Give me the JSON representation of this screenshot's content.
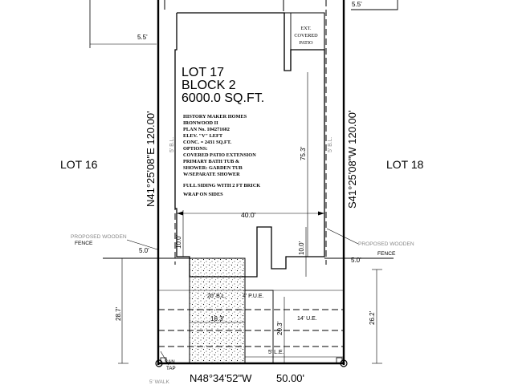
{
  "lot": {
    "title": "LOT 17",
    "block": "BLOCK 2",
    "area": "6000.0  SQ.FT."
  },
  "neighbors": {
    "left": "LOT 16",
    "right": "LOT 18"
  },
  "bearings": {
    "left": "N41°25'08\"E   120.00'",
    "right": "S41°25'08\"W   120.00'",
    "bottom_bearing": "N48°34'52\"W",
    "bottom_distance": "50.00'"
  },
  "notes": {
    "lines": [
      "HISTORY MAKER HOMES",
      "IRONWOOD II",
      "PLAN No. 104271602",
      "ELEV. \"V\" LEFT",
      "CONC. = 2431 SQ.FT.",
      "OPTIONS:",
      "COVERED PATIO EXTENSION",
      "PRIMARY BATH TUB &",
      "SHOWER: GARDEN TUB",
      "W/SEPARATE SHOWER",
      "FULL SIDING WITH 2 FT BRICK",
      "WRAP ON SIDES"
    ]
  },
  "patio": {
    "line1": "EXT.",
    "line2": "COVERED",
    "line3": "PATIO"
  },
  "fence": {
    "left_line1": "PROPOSED WOODEN",
    "left_line2": "FENCE",
    "right_line1": "PROPOSED WOODEN",
    "right_line2": "FENCE"
  },
  "dimensions": {
    "top_right": "5.5'",
    "side_left": "5.5'",
    "house_width": "40.0'",
    "house_depth": "75.3'",
    "left_offset": "10.0'",
    "right_offset": "10.0'",
    "left_side": "5.0'",
    "right_side": "5.0'",
    "left_total": "28.7'",
    "right_total": "26.2'",
    "drive_width": "16.3'",
    "garage_depth": "20.3'"
  },
  "easements": {
    "bl_20": "20' B.L.",
    "pue_4": "4' P.U.E.",
    "ue_14": "14' U.E.",
    "le_5": "5' L.E.",
    "sbl_left": "5' B.L.",
    "sbl_right": "5' B.L."
  },
  "utility": {
    "san_line1": "SAN",
    "san_line2": "TAP",
    "walk": "5' WALK"
  }
}
